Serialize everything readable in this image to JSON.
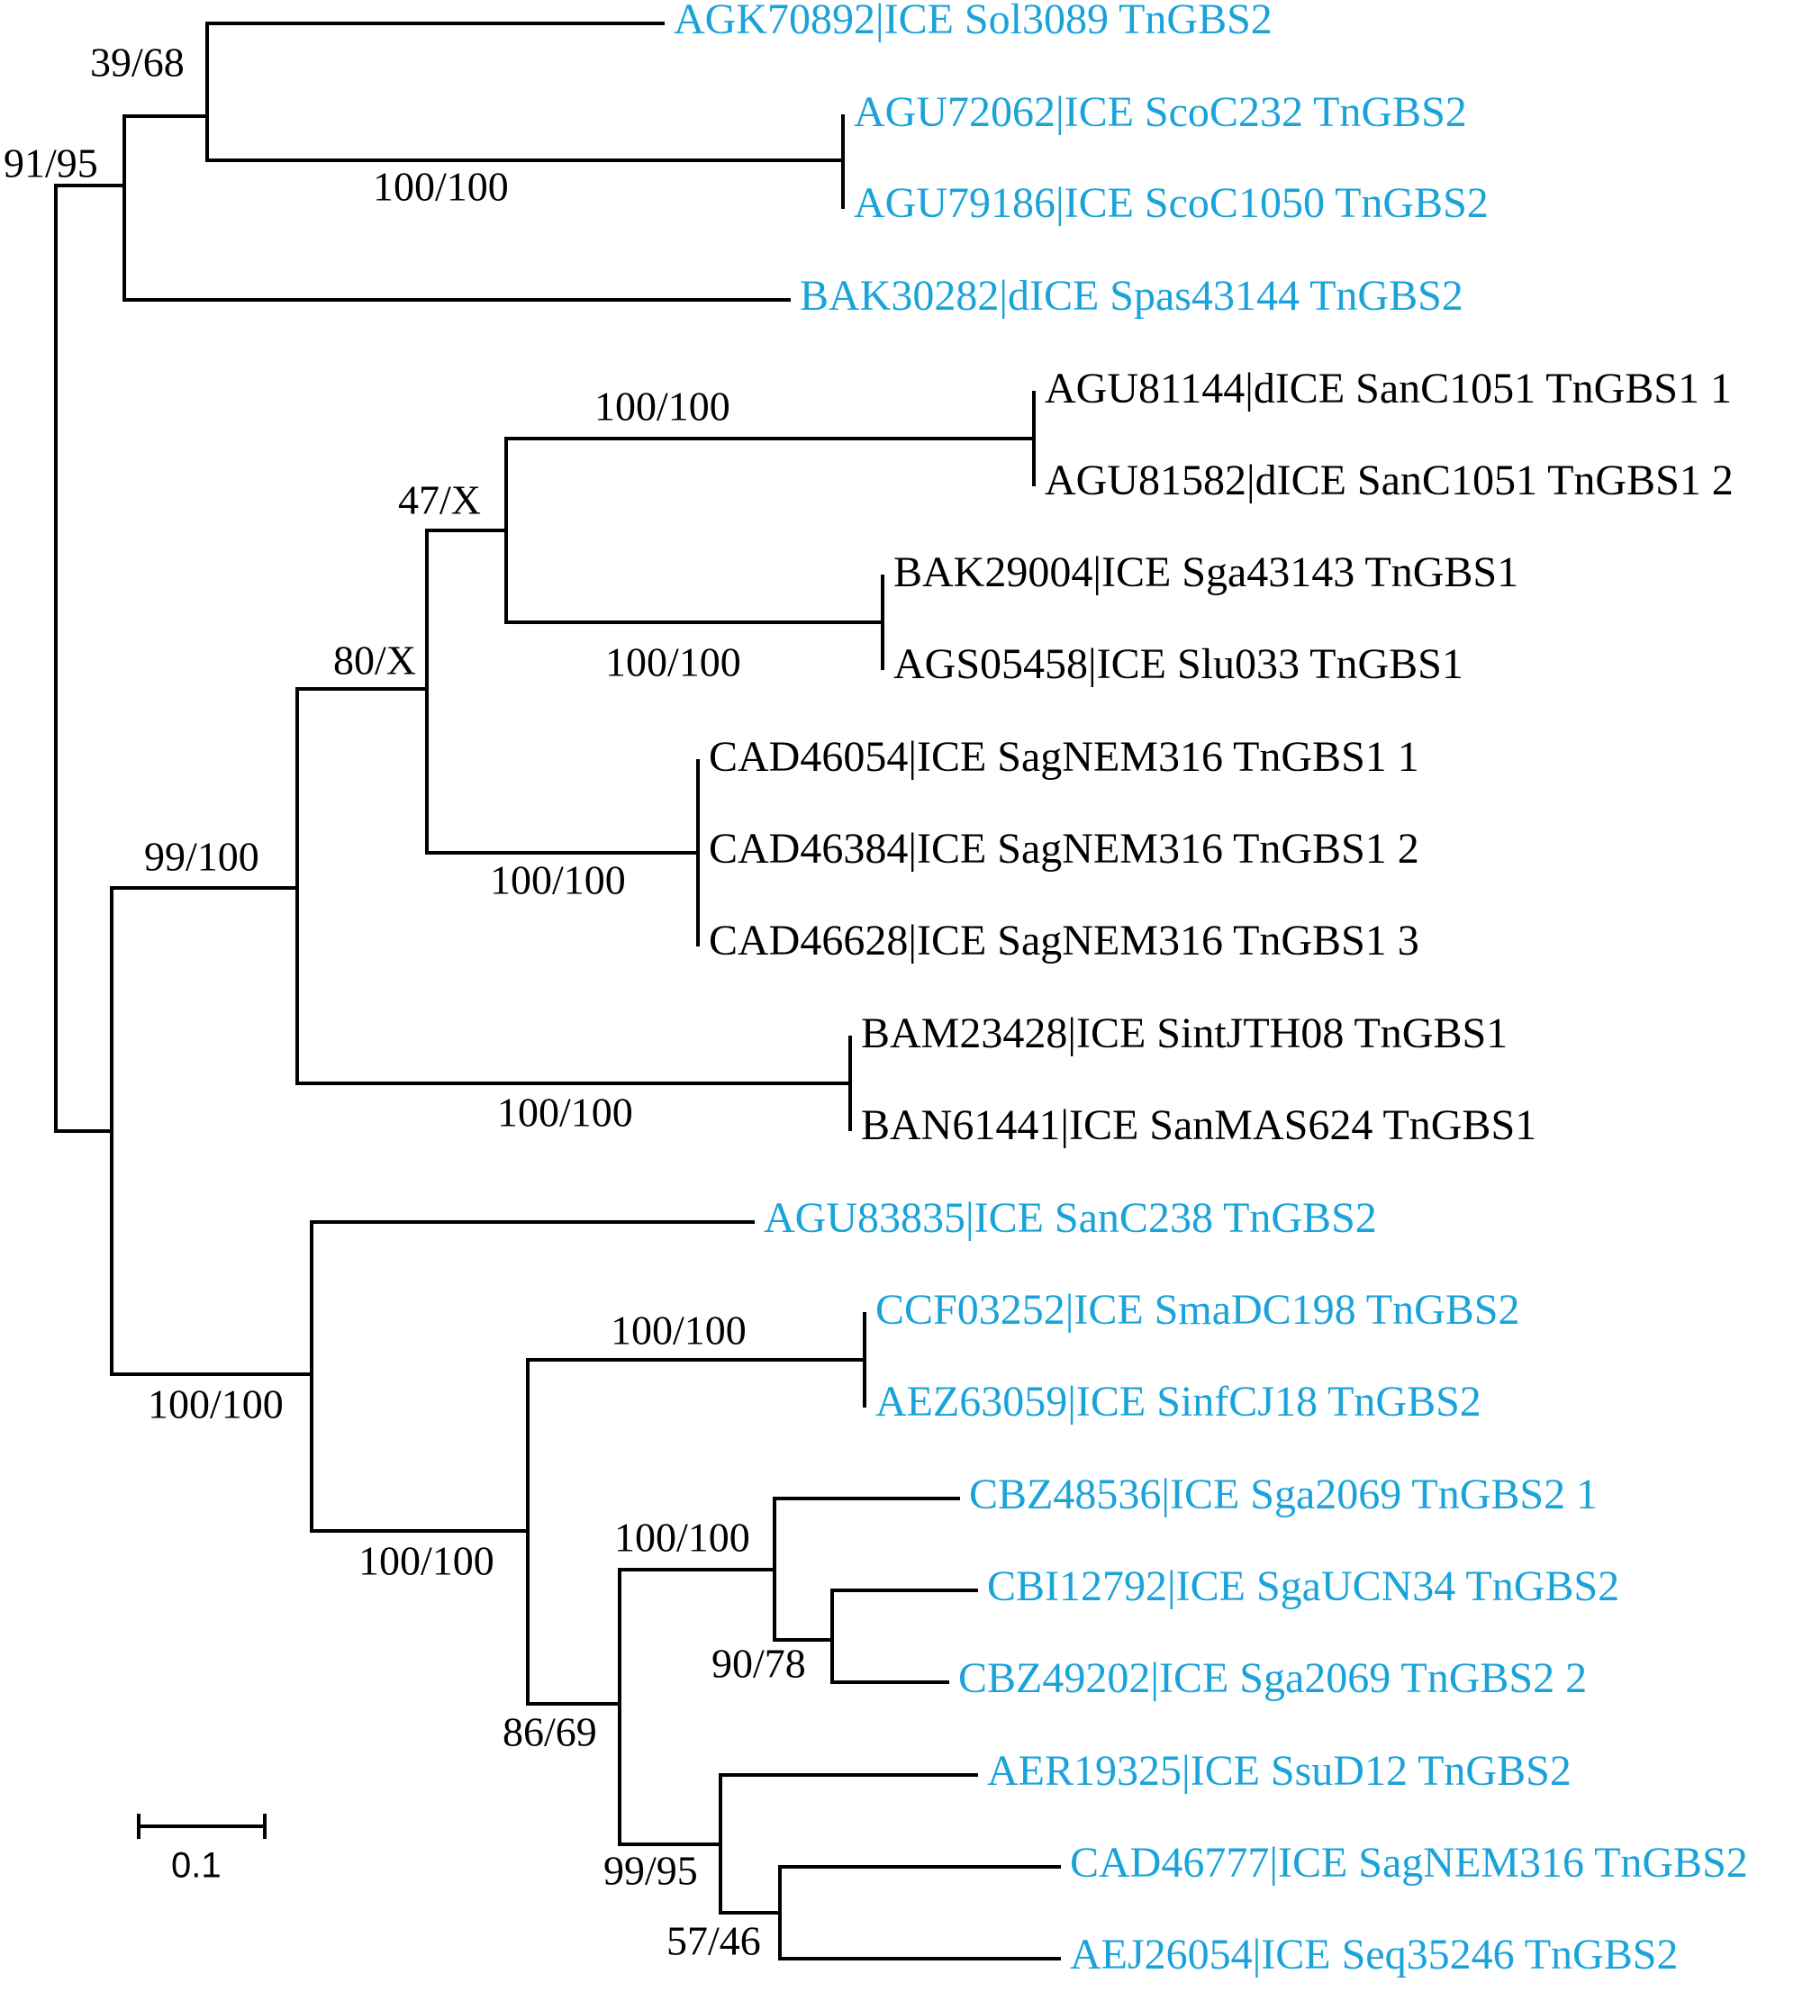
{
  "colors": {
    "tngbs2": "#1aa3d9",
    "tngbs1": "#000000",
    "branch": "#000000"
  },
  "leaves": [
    {
      "label": "AGK70892|ICE Sol3089 TnGBS2",
      "group": "tngbs2"
    },
    {
      "label": "AGU72062|ICE ScoC232 TnGBS2",
      "group": "tngbs2"
    },
    {
      "label": "AGU79186|ICE ScoC1050 TnGBS2",
      "group": "tngbs2"
    },
    {
      "label": "BAK30282|dICE Spas43144 TnGBS2",
      "group": "tngbs2"
    },
    {
      "label": "AGU81144|dICE SanC1051 TnGBS1 1",
      "group": "tngbs1"
    },
    {
      "label": "AGU81582|dICE SanC1051 TnGBS1 2",
      "group": "tngbs1"
    },
    {
      "label": "BAK29004|ICE Sga43143 TnGBS1",
      "group": "tngbs1"
    },
    {
      "label": "AGS05458|ICE Slu033 TnGBS1",
      "group": "tngbs1"
    },
    {
      "label": "CAD46054|ICE SagNEM316 TnGBS1 1",
      "group": "tngbs1"
    },
    {
      "label": "CAD46384|ICE SagNEM316 TnGBS1 2",
      "group": "tngbs1"
    },
    {
      "label": "CAD46628|ICE SagNEM316 TnGBS1 3",
      "group": "tngbs1"
    },
    {
      "label": "BAM23428|ICE SintJTH08 TnGBS1",
      "group": "tngbs1"
    },
    {
      "label": "BAN61441|ICE SanMAS624 TnGBS1",
      "group": "tngbs1"
    },
    {
      "label": "AGU83835|ICE SanC238 TnGBS2",
      "group": "tngbs2"
    },
    {
      "label": "CCF03252|ICE SmaDC198 TnGBS2",
      "group": "tngbs2"
    },
    {
      "label": "AEZ63059|ICE SinfCJ18 TnGBS2",
      "group": "tngbs2"
    },
    {
      "label": "CBZ48536|ICE Sga2069 TnGBS2 1",
      "group": "tngbs2"
    },
    {
      "label": "CBI12792|ICE SgaUCN34 TnGBS2",
      "group": "tngbs2"
    },
    {
      "label": "CBZ49202|ICE Sga2069 TnGBS2 2",
      "group": "tngbs2"
    },
    {
      "label": "AER19325|ICE SsuD12 TnGBS2",
      "group": "tngbs2"
    },
    {
      "label": "CAD46777|ICE SagNEM316 TnGBS2",
      "group": "tngbs2"
    },
    {
      "label": "AEJ26054|ICE Seq35246 TnGBS2",
      "group": "tngbs2"
    }
  ],
  "supports": {
    "n39_68": "39/68",
    "n91_95": "91/95",
    "n100_scoc": "100/100",
    "n100_sanc1051": "100/100",
    "n47x": "47/X",
    "n100_sga43143": "100/100",
    "n80x": "80/X",
    "n99_100": "99/100",
    "n100_sagnem": "100/100",
    "n100_sint": "100/100",
    "n100_lower": "100/100",
    "n100_smadc": "100/100",
    "n100_mid": "100/100",
    "n100_sga2069": "100/100",
    "n90_78": "90/78",
    "n86_69": "86/69",
    "n99_95": "99/95",
    "n57_46": "57/46"
  },
  "scale": {
    "label": "0.1"
  }
}
